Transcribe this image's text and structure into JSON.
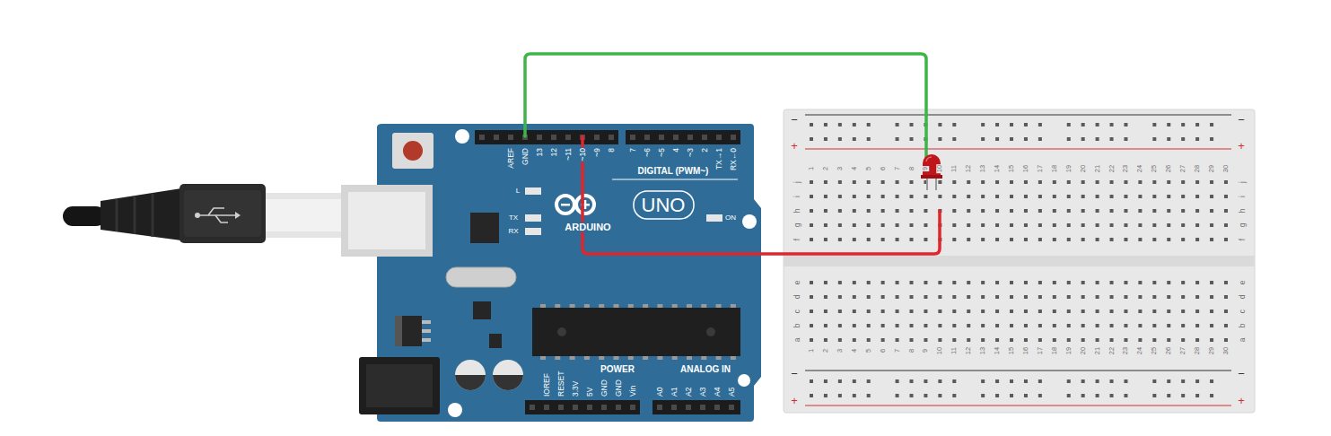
{
  "diagram": {
    "labels": [
      "AREF",
      "GND",
      "13",
      "12",
      "~11",
      "~10",
      "~9",
      "8",
      "7",
      "~6",
      "~5",
      "4",
      "~3",
      "2",
      "TX→1",
      "RX←0",
      "DIGITAL (PWM~)",
      "L",
      "TX",
      "RX",
      "ARDUINO",
      "UNO",
      "ON",
      "IOREF",
      "RESET",
      "3.3V",
      "5V",
      "GND",
      "GND",
      "Vin",
      "POWER",
      "ANALOG IN",
      "A0",
      "A1",
      "A2",
      "A3",
      "A4",
      "A5",
      "−",
      "−",
      "+",
      "+",
      "−",
      "−",
      "+",
      "+",
      "1",
      "2",
      "3",
      "4",
      "5",
      "6",
      "7",
      "8",
      "9",
      "10",
      "11",
      "12",
      "13",
      "14",
      "15",
      "16",
      "17",
      "18",
      "19",
      "20",
      "21",
      "22",
      "23",
      "24",
      "25",
      "26",
      "27",
      "28",
      "29",
      "30",
      "1",
      "2",
      "3",
      "4",
      "5",
      "6",
      "7",
      "8",
      "9",
      "10",
      "11",
      "12",
      "13",
      "14",
      "15",
      "16",
      "17",
      "18",
      "19",
      "20",
      "21",
      "22",
      "23",
      "24",
      "25",
      "26",
      "27",
      "28",
      "29",
      "30",
      "j",
      "i",
      "h",
      "g",
      "f",
      "j",
      "i",
      "h",
      "g",
      "f",
      "e",
      "d",
      "c",
      "b",
      "a",
      "e",
      "d",
      "c",
      "b",
      "a"
    ]
  }
}
